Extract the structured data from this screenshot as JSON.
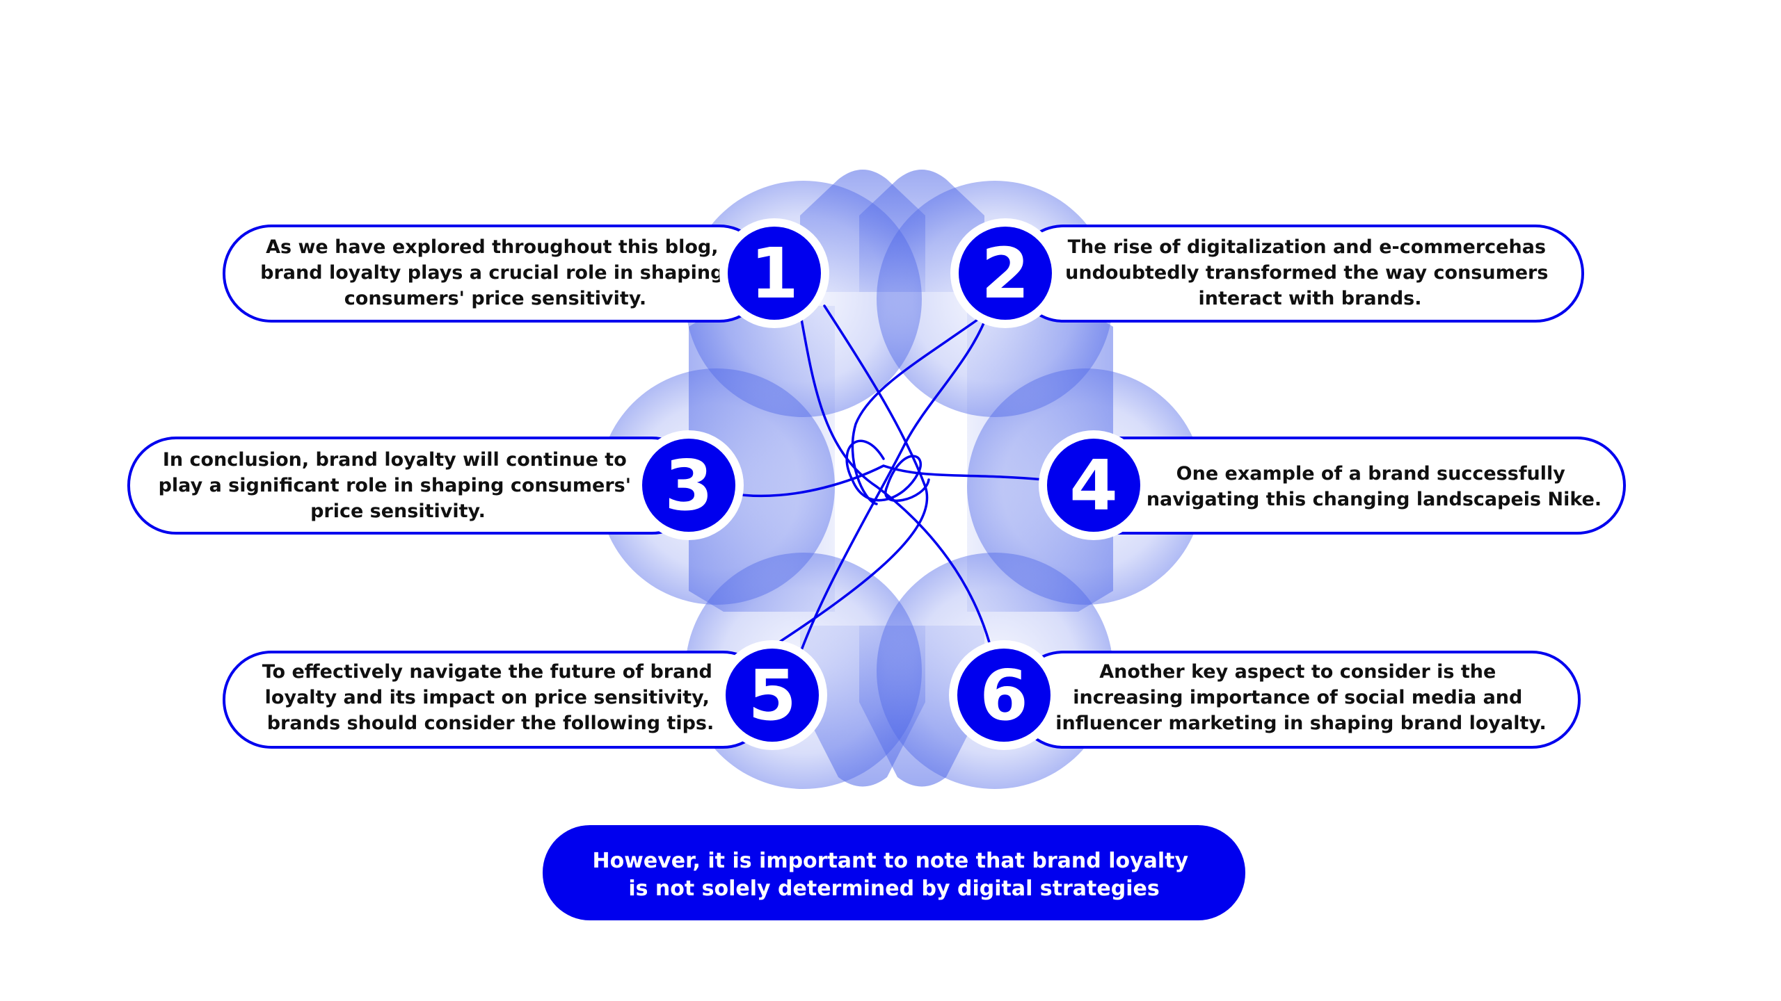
{
  "colors": {
    "accent": "#0000ee",
    "text": "#101010",
    "background": "#ffffff"
  },
  "items": [
    {
      "number": "1",
      "lines": [
        "As we have explored throughout this blog,",
        "brand loyalty plays a crucial role in shaping",
        "consumers' price sensitivity."
      ]
    },
    {
      "number": "2",
      "lines": [
        "The rise of digitalization and e-commercehas",
        "undoubtedly transformed the way consumers",
        "interact with brands."
      ]
    },
    {
      "number": "3",
      "lines": [
        "In conclusion, brand loyalty will continue to",
        "play a significant role in shaping consumers'",
        "price sensitivity."
      ]
    },
    {
      "number": "4",
      "lines": [
        "One example of a brand successfully",
        "navigating this changing landscapeis Nike."
      ]
    },
    {
      "number": "5",
      "lines": [
        "To effectively navigate the future of brand",
        "loyalty and its impact on price sensitivity,",
        "brands should consider the following tips."
      ]
    },
    {
      "number": "6",
      "lines": [
        "Another key aspect to consider is the",
        "increasing importance of social media and",
        "influencer marketing in shaping brand loyalty."
      ]
    }
  ],
  "footer": {
    "lines": [
      "However, it is important to note that brand loyalty",
      "is not solely determined by digital strategies"
    ]
  }
}
